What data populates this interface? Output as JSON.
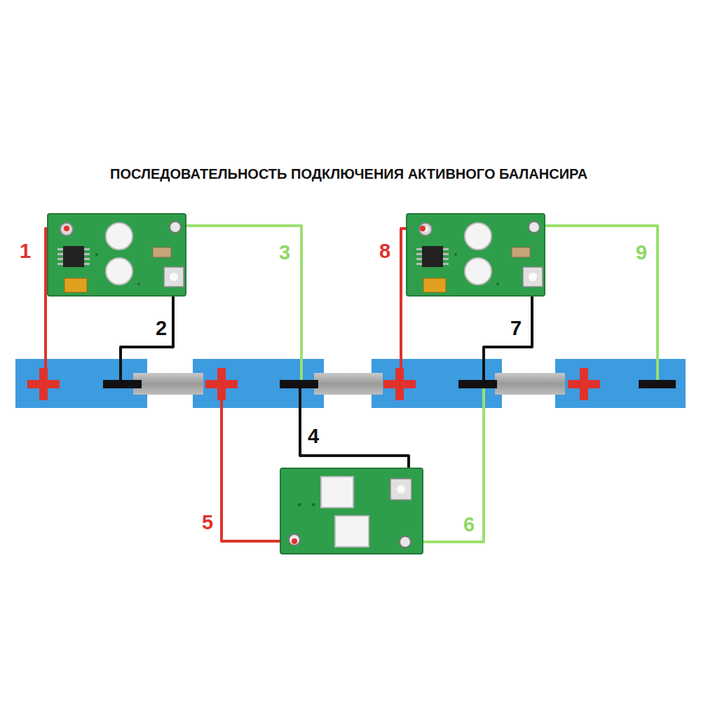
{
  "diagram": {
    "title": "ПОСЛЕДОВАТЕЛЬНОСТЬ ПОДКЛЮЧЕНИЯ АКТИВНОГО БАЛАНСИРА",
    "labels": [
      "1",
      "2",
      "3",
      "4",
      "5",
      "6",
      "7",
      "8",
      "9"
    ]
  }
}
